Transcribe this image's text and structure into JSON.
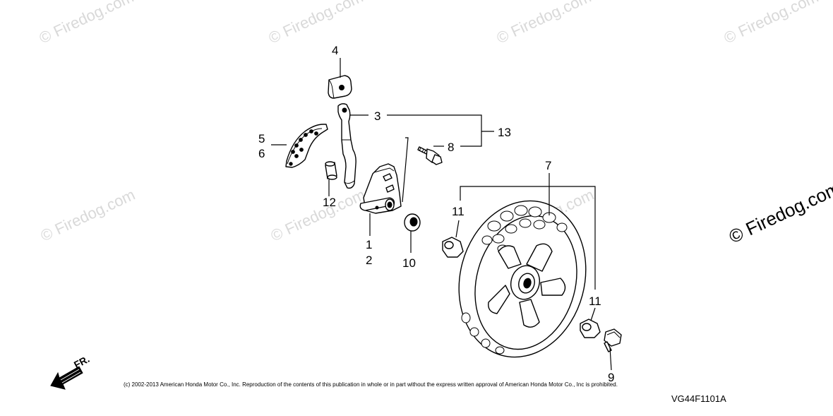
{
  "watermarks": [
    "© Firedog.com",
    "© Firedog.com",
    "© Firedog.com",
    "© Firedog.com",
    "© Firedog.com",
    "© Firedog.com",
    "© Firedog.com",
    "© Firedog.com"
  ],
  "callouts": {
    "c1": "1",
    "c2": "2",
    "c3": "3",
    "c4": "4",
    "c5": "5",
    "c6": "6",
    "c7": "7",
    "c8": "8",
    "c9": "9",
    "c10": "10",
    "c11a": "11",
    "c11b": "11",
    "c12": "12",
    "c13": "13"
  },
  "direction_label": "FR.",
  "copyright": "(c) 2002-2013 American Honda Motor Co., Inc. Reproduction of the contents of this publication in whole or in part without the express written approval of American Honda Motor Co., Inc is prohibited.",
  "diagram_code": "VG44F1101A"
}
